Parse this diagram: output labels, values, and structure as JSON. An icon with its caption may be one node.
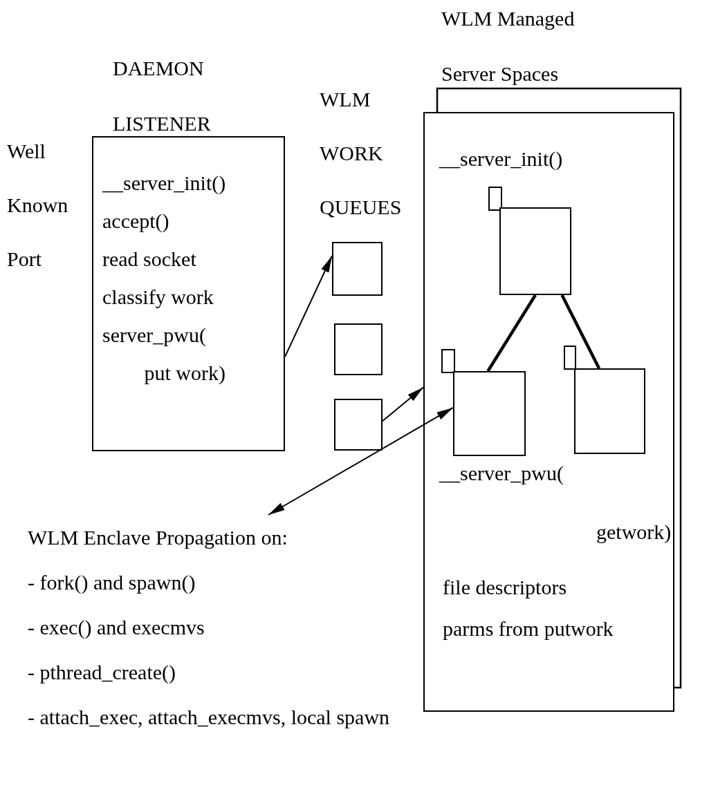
{
  "diagram": {
    "nodes": [
      {
        "text": [
          "DAEMON LISTENER",
          "__server_init()",
          "accept()",
          "read socket",
          "classify work",
          "server_pwu( put work)"
        ]
      },
      {
        "text": [],
        "shape": "box"
      },
      {
        "text": [],
        "shape": "box"
      },
      {
        "text": [],
        "shape": "box"
      },
      {
        "text": [
          "WLM Managed Server Spaces",
          "__server_init()",
          "__server_pwu( getwork)",
          "file descriptors",
          "parms from putwork"
        ]
      },
      {
        "text": [],
        "shape": "box",
        "in": 4
      },
      {
        "text": [],
        "shape": "box",
        "in": 4
      },
      {
        "text": [],
        "shape": "box",
        "in": 4
      },
      {
        "text": [],
        "shape": "box",
        "in": 4
      },
      {
        "text": [],
        "shape": "box",
        "in": 4
      },
      {
        "text": [],
        "shape": "box",
        "in": 4
      },
      {
        "text": [
          "WLM Enclave Propagation on:",
          "- fork() and spawn()",
          "- exec() and execmvs",
          "- pthread_create()",
          "- attach_exec, attach_execmvs, local spawn"
        ]
      }
    ],
    "edges": [
      {
        "from": 0,
        "to": 1,
        "arrow": "to"
      },
      {
        "from": 3,
        "to": 4,
        "arrow": "to"
      },
      {
        "from": 9,
        "to": 11,
        "arrow": "both"
      },
      {
        "from": 6,
        "to": 9,
        "arrow": "none",
        "style": "thick"
      },
      {
        "from": 6,
        "to": 10,
        "arrow": "none",
        "style": "thick"
      }
    ],
    "labels": [
      "Well Known Port",
      "WLM WORK QUEUES"
    ]
  }
}
